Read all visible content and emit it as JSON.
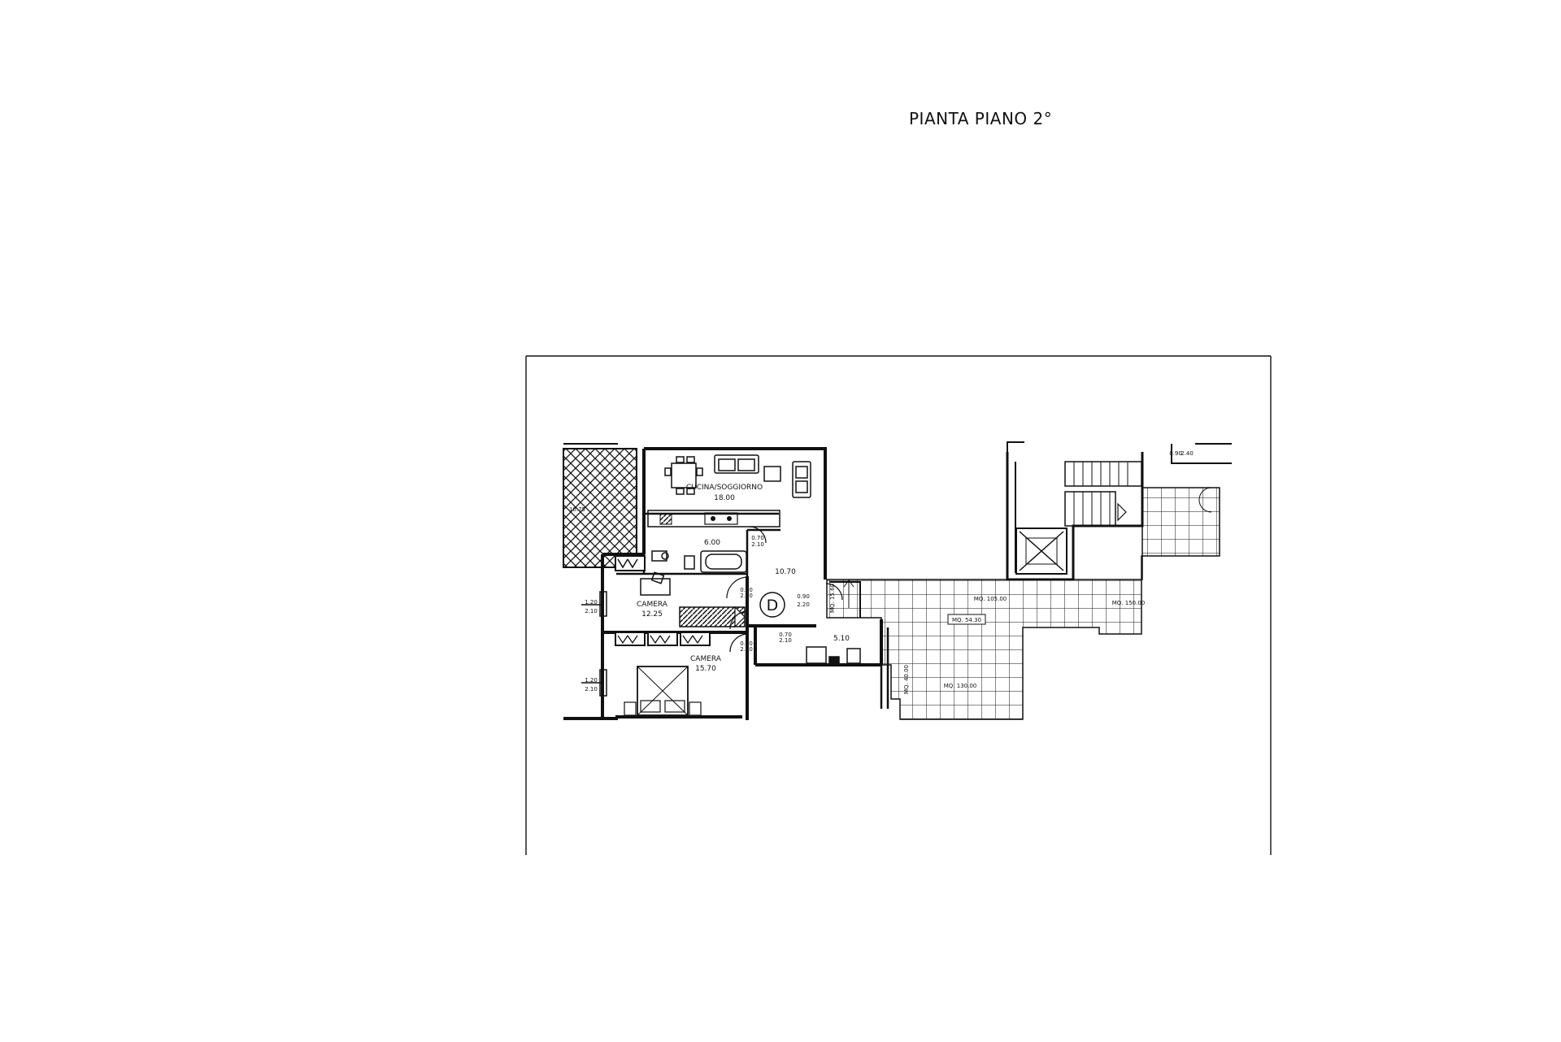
{
  "title": "PIANTA PIANO 2°",
  "rooms": {
    "kitchen_living": {
      "name": "CUCINA/SOGGIORNO",
      "area": "18.00"
    },
    "bathroom": {
      "area": "6.00"
    },
    "hallway": {
      "area": "10.70"
    },
    "bedroom_1": {
      "name": "CAMERA",
      "area": "12.25"
    },
    "bedroom_2": {
      "name": "CAMERA",
      "area": "15.70"
    },
    "utility": {
      "area": "5.10"
    },
    "balcony": {
      "area": "10.75"
    }
  },
  "openings": {
    "window_1": {
      "width": "1.20",
      "height": "2.10"
    },
    "window_2": {
      "width": "1.20",
      "height": "2.10"
    },
    "entrance": {
      "width": "0.90",
      "height": "2.20"
    },
    "door_bath": {
      "width": "0.70",
      "height": "2.10"
    },
    "door_b1": {
      "width": "0.80",
      "height": "2.10"
    },
    "door_b2": {
      "width": "0.80",
      "height": "2.10"
    },
    "door_util": {
      "width": "0.70",
      "height": "2.10"
    },
    "stair_door": {
      "width": "0.90",
      "height": "2.40"
    }
  },
  "terraces": {
    "t_54": "MQ. 54.30",
    "t_105": "MQ. 105.00",
    "t_150": "MQ. 150.00",
    "t_130": "MQ. 130.00",
    "t_40": "MQ. 40.00",
    "t_15": "MQ. 15.60"
  },
  "entrance_marker": "D"
}
